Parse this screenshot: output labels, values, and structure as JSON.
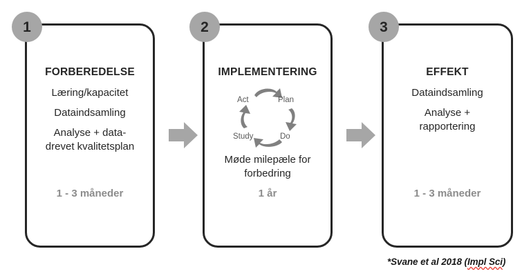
{
  "diagram": {
    "title_note": "*Svane et al 2018 (Impl Sci)",
    "footnote_prefix": "*Svane et al 2018 (",
    "footnote_journal": "Impl Sci",
    "footnote_suffix": ")",
    "colors": {
      "badge_fill": "#a6a6a6",
      "box_border": "#262626",
      "body_text": "#262626",
      "duration_text": "#8c8c8c",
      "connector_arrow": "#a6a6a6",
      "cycle_arrow": "#808080",
      "cycle_label": "#595959",
      "spellcheck_underline": "#e8413a",
      "background": "#ffffff"
    },
    "phases": [
      {
        "number": "1",
        "title": "FORBEREDELSE",
        "lines": [
          "Læring/kapacitet",
          "Dataindsamling",
          "Analyse + data-",
          "drevet kvalitetsplan"
        ],
        "duration": "1 - 3 måneder"
      },
      {
        "number": "2",
        "title": "IMPLEMENTERING",
        "lines": [
          "Møde milepæle for",
          "forbedring"
        ],
        "duration": "1 år",
        "cycle": {
          "name": "pdsa-cycle",
          "labels": [
            "Act",
            "Plan",
            "Study",
            "Do"
          ],
          "direction": "clockwise"
        }
      },
      {
        "number": "3",
        "title": "EFFEKT",
        "lines": [
          "Dataindsamling",
          "Analyse +",
          "rapportering"
        ],
        "duration": "1 - 3 måneder"
      }
    ],
    "connectors": [
      {
        "name": "connector-arrow-1-to-2",
        "icon": "right-block-arrow-icon"
      },
      {
        "name": "connector-arrow-2-to-3",
        "icon": "right-block-arrow-icon"
      }
    ]
  }
}
